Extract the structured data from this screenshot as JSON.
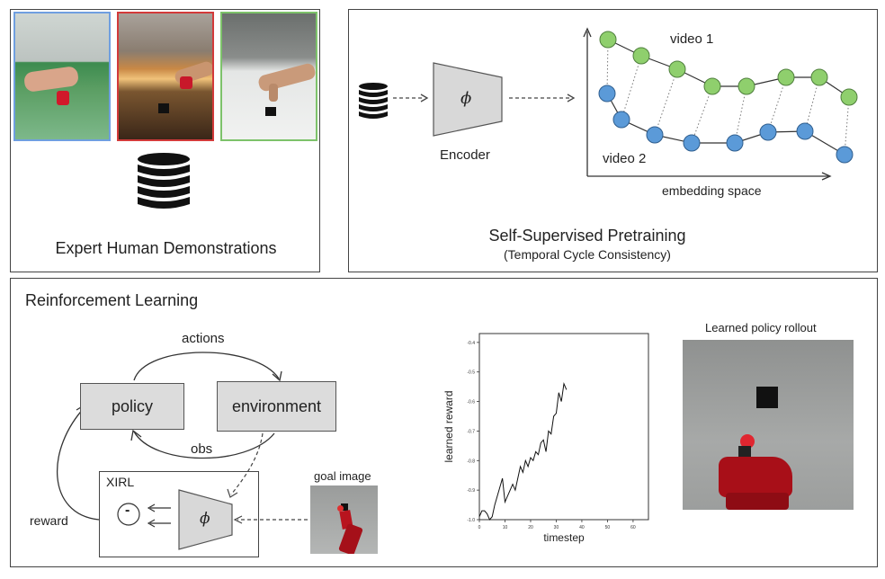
{
  "demos": {
    "caption": "Expert Human Demonstrations",
    "frame_colors": [
      "#6f9fe0",
      "#d33a3a",
      "#7dc26a"
    ],
    "database_icon": "database-icon"
  },
  "pretraining": {
    "encoder_symbol": "ϕ",
    "encoder_label": "Encoder",
    "video1_label": "video 1",
    "video2_label": "video 2",
    "axis_label": "embedding space",
    "title": "Self-Supervised Pretraining",
    "subtitle": "(Temporal Cycle Consistency)",
    "video1_color": "#8fcf6d",
    "video2_color": "#5b9ad8"
  },
  "rl": {
    "title": "Reinforcement Learning",
    "policy_label": "policy",
    "environment_label": "environment",
    "actions_label": "actions",
    "obs_label": "obs",
    "xirl_label": "XIRL",
    "reward_label": "reward",
    "minus_symbol": "-",
    "encoder_symbol": "ϕ",
    "goal_image_label": "goal image",
    "rollout_label": "Learned policy rollout"
  },
  "chart_data": {
    "type": "line",
    "xlabel": "timestep",
    "ylabel": "learned reward",
    "x_ticks": [
      "0",
      "10",
      "20",
      "30",
      "40",
      "50",
      "60"
    ],
    "y_ticks": [
      "-1.0",
      "-0.9",
      "-0.8",
      "-0.7",
      "-0.6",
      "-0.5",
      "-0.4"
    ],
    "xlim": [
      0,
      66
    ],
    "ylim": [
      -1.0,
      -0.37
    ],
    "x": [
      0,
      1,
      2,
      3,
      4,
      5,
      6,
      7,
      8,
      9,
      10,
      11,
      12,
      13,
      14,
      15,
      16,
      17,
      18,
      19,
      20,
      21,
      22,
      23,
      24,
      25,
      26,
      27,
      28,
      29,
      30,
      31,
      32,
      33,
      34
    ],
    "values": [
      -0.99,
      -0.97,
      -0.97,
      -0.98,
      -1.0,
      -0.99,
      -0.95,
      -0.92,
      -0.89,
      -0.86,
      -0.94,
      -0.92,
      -0.9,
      -0.88,
      -0.9,
      -0.86,
      -0.82,
      -0.84,
      -0.8,
      -0.82,
      -0.79,
      -0.8,
      -0.77,
      -0.78,
      -0.74,
      -0.73,
      -0.77,
      -0.7,
      -0.71,
      -0.65,
      -0.64,
      -0.57,
      -0.6,
      -0.54,
      -0.56
    ]
  }
}
